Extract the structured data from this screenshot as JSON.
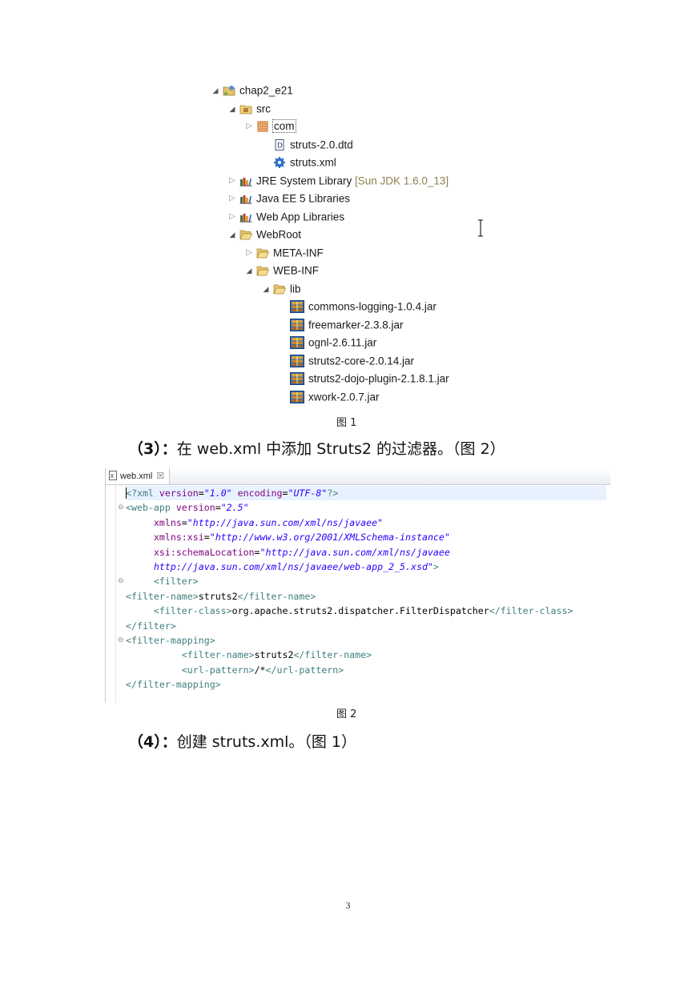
{
  "figure1": {
    "caption": "图 1",
    "tree": [
      {
        "id": "chap2_e21",
        "label": "chap2_e21",
        "icon": "project-icon",
        "expanded": true
      },
      {
        "id": "src",
        "label": "src",
        "icon": "source-folder-icon",
        "expanded": true
      },
      {
        "id": "com",
        "label": "com",
        "icon": "package-icon",
        "expanded": false
      },
      {
        "id": "struts-dtd",
        "label": "struts-2.0.dtd",
        "icon": "dtd-file-icon"
      },
      {
        "id": "struts-xml",
        "label": "struts.xml",
        "icon": "xml-gear-icon"
      },
      {
        "id": "jre",
        "label": "JRE System Library",
        "suffix": "[Sun JDK 1.6.0_13]",
        "icon": "library-icon",
        "expanded": false
      },
      {
        "id": "javaee",
        "label": "Java EE 5 Libraries",
        "icon": "library-icon",
        "expanded": false
      },
      {
        "id": "webapp",
        "label": "Web App Libraries",
        "icon": "library-icon",
        "expanded": false
      },
      {
        "id": "webroot",
        "label": "WebRoot",
        "icon": "folder-open-icon",
        "expanded": true
      },
      {
        "id": "metainf",
        "label": "META-INF",
        "icon": "folder-open-icon",
        "expanded": false
      },
      {
        "id": "webinf",
        "label": "WEB-INF",
        "icon": "folder-open-icon",
        "expanded": true
      },
      {
        "id": "lib",
        "label": "lib",
        "icon": "folder-open-icon",
        "expanded": true
      },
      {
        "id": "jar1",
        "label": "commons-logging-1.0.4.jar",
        "icon": "jar-icon"
      },
      {
        "id": "jar2",
        "label": "freemarker-2.3.8.jar",
        "icon": "jar-icon"
      },
      {
        "id": "jar3",
        "label": "ognl-2.6.11.jar",
        "icon": "jar-icon"
      },
      {
        "id": "jar4",
        "label": "struts2-core-2.0.14.jar",
        "icon": "jar-icon"
      },
      {
        "id": "jar5",
        "label": "struts2-dojo-plugin-2.1.8.1.jar",
        "icon": "jar-icon"
      },
      {
        "id": "jar6",
        "label": "xwork-2.0.7.jar",
        "icon": "jar-icon"
      }
    ]
  },
  "step3": {
    "number": "（3）：",
    "text": "在 web.xml 中添加 Struts2 的过滤器。（图 2）"
  },
  "figure2": {
    "caption": "图 2",
    "tab_label": "web.xml",
    "tab_close": "☒",
    "code": {
      "l1": {
        "pi_open": "<?xml ",
        "a1": "version",
        "eq1": "=",
        "v1": "\"1.0\"",
        "sp": " ",
        "a2": "encoding",
        "eq2": "=",
        "v2": "\"UTF-8\"",
        "pi_close": "?>"
      },
      "l2": {
        "t": "<web-app ",
        "a": "version",
        "eq": "=",
        "v": "\"2.5\""
      },
      "l3": {
        "indent": "     ",
        "a": "xmlns",
        "eq": "=",
        "v": "\"http://java.sun.com/xml/ns/javaee\""
      },
      "l4": {
        "indent": "     ",
        "a": "xmlns:xsi",
        "eq": "=",
        "v": "\"http://www.w3.org/2001/XMLSchema-instance\""
      },
      "l5": {
        "indent": "     ",
        "a": "xsi:schemaLocation",
        "eq": "=",
        "v": "\"http://java.sun.com/xml/ns/javaee"
      },
      "l6": {
        "indent": "     ",
        "v": "http://java.sun.com/xml/ns/javaee/web-app_2_5.xsd\"",
        "t": ">"
      },
      "l7": {
        "indent": "     ",
        "t": "<filter>"
      },
      "l8": {
        "t1": "<filter-name>",
        "x": "struts2",
        "t2": "</filter-name>"
      },
      "l9": {
        "indent": "     ",
        "t1": "<filter-class>",
        "x": "org.apache.struts2.dispatcher.FilterDispatcher",
        "t2": "</filter-class>"
      },
      "l10": {
        "t": "</filter>"
      },
      "l11": {
        "t": "<filter-mapping>"
      },
      "l12": {
        "indent": "          ",
        "t1": "<filter-name>",
        "x": "struts2",
        "t2": "</filter-name>"
      },
      "l13": {
        "indent": "          ",
        "t1": "<url-pattern>",
        "x": "/*",
        "t2": "</url-pattern>"
      },
      "l14": {
        "t": "</filter-mapping>"
      }
    }
  },
  "step4": {
    "number": "（4）：",
    "text": "创建 struts.xml。（图 1）"
  },
  "page_number": "3"
}
